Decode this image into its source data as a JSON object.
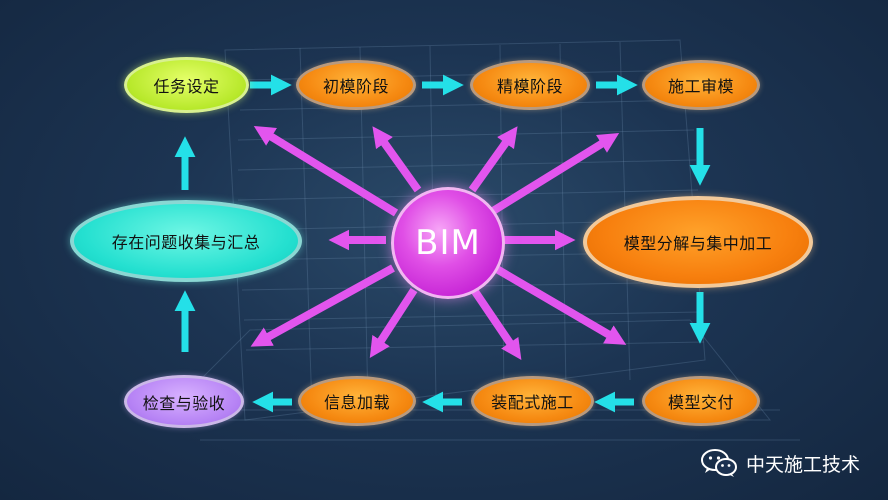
{
  "diagram": {
    "center": {
      "label": "BIM"
    },
    "nodes": {
      "task_setting": "任务设定",
      "initial_model": "初模阶段",
      "fine_model": "精模阶段",
      "construction_review": "施工审模",
      "decompose_process": "模型分解与集中加工",
      "model_delivery": "模型交付",
      "assembly_construction": "装配式施工",
      "info_loading": "信息加载",
      "inspection_acceptance": "检查与验收",
      "issue_collection": "存在问题收集与汇总"
    }
  },
  "watermark": {
    "text": "中天施工技术",
    "icon": "wechat-icon"
  },
  "colors": {
    "flow_arrow": "#24e0e8",
    "radial_arrow": "#e255ee",
    "orange_node": "#f68a12",
    "green_node": "#b7e82a",
    "cyan_node": "#24e0d0",
    "violet_node": "#b784f5",
    "bim_center": "#d43ddf"
  }
}
